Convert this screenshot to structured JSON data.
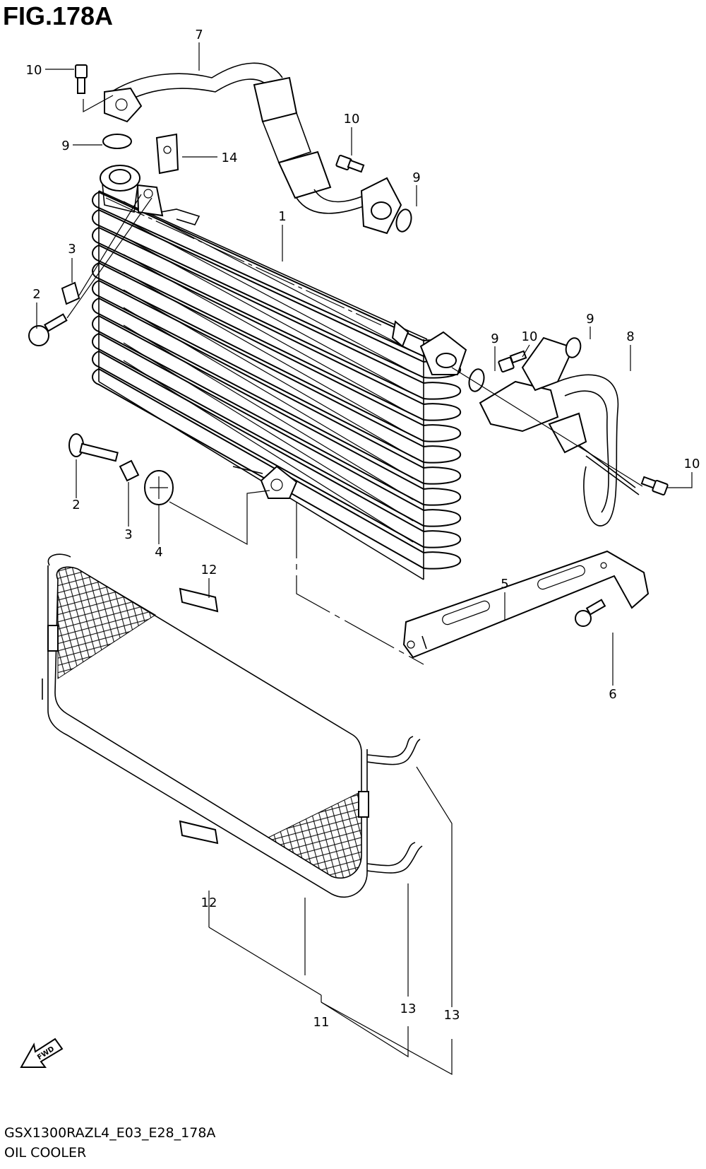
{
  "figure": {
    "title": "FIG.178A",
    "model_code": "GSX1300RAZL4_E03_E28_178A",
    "name": "OIL COOLER",
    "fwd_label": "FWD"
  },
  "callouts": [
    {
      "id": "c1",
      "label": "1"
    },
    {
      "id": "c2a",
      "label": "2"
    },
    {
      "id": "c2b",
      "label": "2"
    },
    {
      "id": "c3a",
      "label": "3"
    },
    {
      "id": "c3b",
      "label": "3"
    },
    {
      "id": "c4",
      "label": "4"
    },
    {
      "id": "c5",
      "label": "5"
    },
    {
      "id": "c6",
      "label": "6"
    },
    {
      "id": "c7",
      "label": "7"
    },
    {
      "id": "c8",
      "label": "8"
    },
    {
      "id": "c9a",
      "label": "9"
    },
    {
      "id": "c9b",
      "label": "9"
    },
    {
      "id": "c9c",
      "label": "9"
    },
    {
      "id": "c9d",
      "label": "9"
    },
    {
      "id": "c10a",
      "label": "10"
    },
    {
      "id": "c10b",
      "label": "10"
    },
    {
      "id": "c10c",
      "label": "10"
    },
    {
      "id": "c10d",
      "label": "10"
    },
    {
      "id": "c11",
      "label": "11"
    },
    {
      "id": "c12a",
      "label": "12"
    },
    {
      "id": "c12b",
      "label": "12"
    },
    {
      "id": "c13a",
      "label": "13"
    },
    {
      "id": "c13b",
      "label": "13"
    },
    {
      "id": "c14",
      "label": "14"
    }
  ]
}
